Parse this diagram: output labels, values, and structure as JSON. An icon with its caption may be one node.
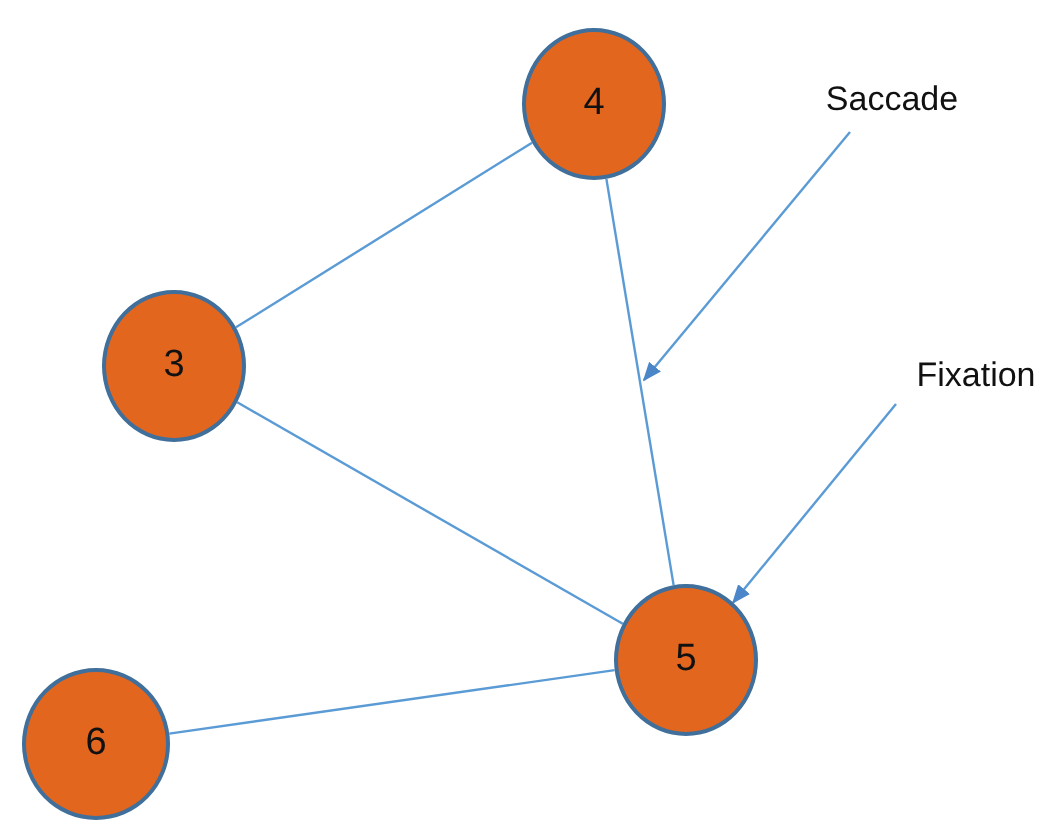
{
  "diagram": {
    "nodes": [
      {
        "text": [
          "4"
        ]
      },
      {
        "text": [
          "Saccade"
        ]
      },
      {
        "text": [
          "3"
        ]
      },
      {
        "text": [
          "Fixation"
        ]
      },
      {
        "text": [
          "5"
        ]
      },
      {
        "text": [
          "6"
        ]
      }
    ],
    "edges": [
      {
        "from": 0,
        "to": 2,
        "arrow": "none"
      },
      {
        "from": 2,
        "to": 4,
        "arrow": "none"
      },
      {
        "from": 0,
        "to": 4,
        "arrow": "none"
      },
      {
        "from": 4,
        "to": 5,
        "arrow": "none"
      },
      {
        "from": 1,
        "to": null,
        "arrow": "to"
      },
      {
        "from": 3,
        "to": 4,
        "arrow": "to"
      }
    ]
  }
}
